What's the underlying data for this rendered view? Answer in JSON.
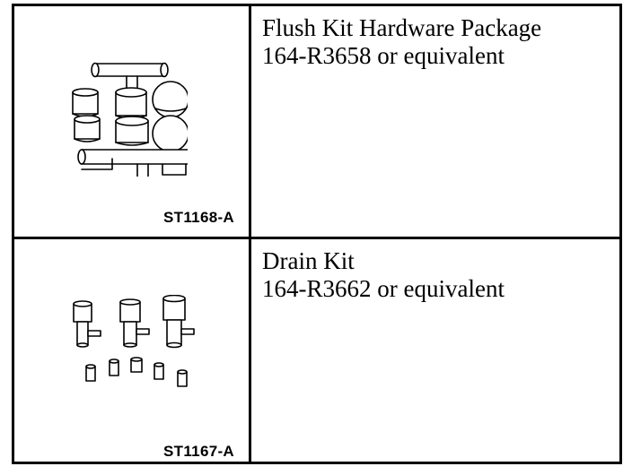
{
  "rows": [
    {
      "art_code": "ST1168-A",
      "description": [
        "Flush Kit Hardware Package",
        "164-R3658 or equivalent"
      ]
    },
    {
      "art_code": "ST1167-A",
      "description": [
        "Drain Kit",
        "164-R3662 or equivalent"
      ]
    }
  ]
}
